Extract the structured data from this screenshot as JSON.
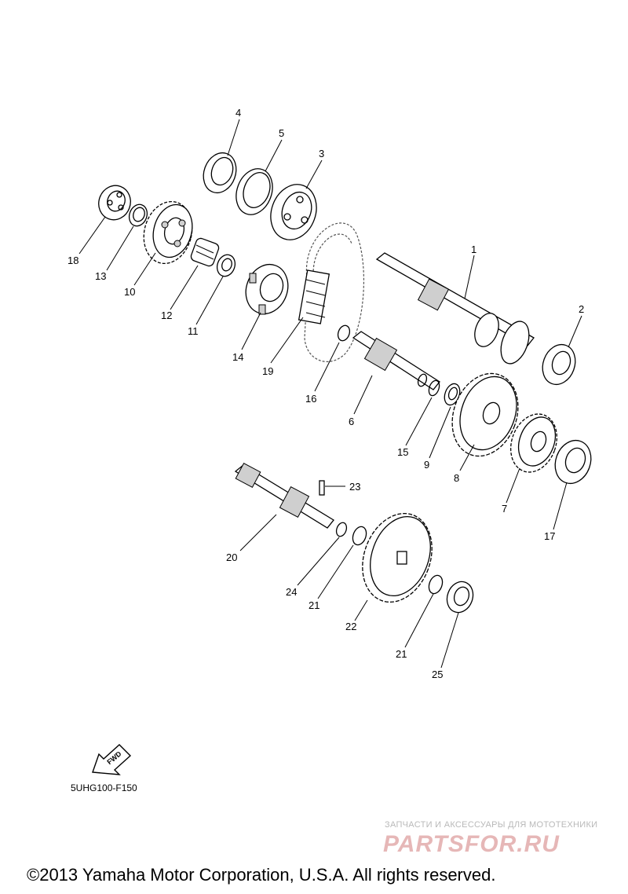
{
  "callouts": {
    "c1": "1",
    "c2": "2",
    "c3": "3",
    "c4": "4",
    "c5": "5",
    "c6": "6",
    "c7": "7",
    "c8": "8",
    "c9": "9",
    "c10": "10",
    "c11": "11",
    "c12": "12",
    "c13": "13",
    "c14": "14",
    "c15": "15",
    "c16": "16",
    "c17": "17",
    "c18": "18",
    "c19": "19",
    "c20": "20",
    "c21a": "21",
    "c21b": "21",
    "c22": "22",
    "c23": "23",
    "c24": "24",
    "c25": "25"
  },
  "fwd_label": "FWD",
  "drawing_code": "5UHG100-F150",
  "watermark": {
    "tagline": "ЗАПЧАСТИ И АКСЕССУАРЫ ДЛЯ МОТОТЕХНИКИ",
    "logo": "PARTSFOR.RU"
  },
  "copyright": "©2013 Yamaha Motor Corporation, U.S.A. All rights reserved."
}
